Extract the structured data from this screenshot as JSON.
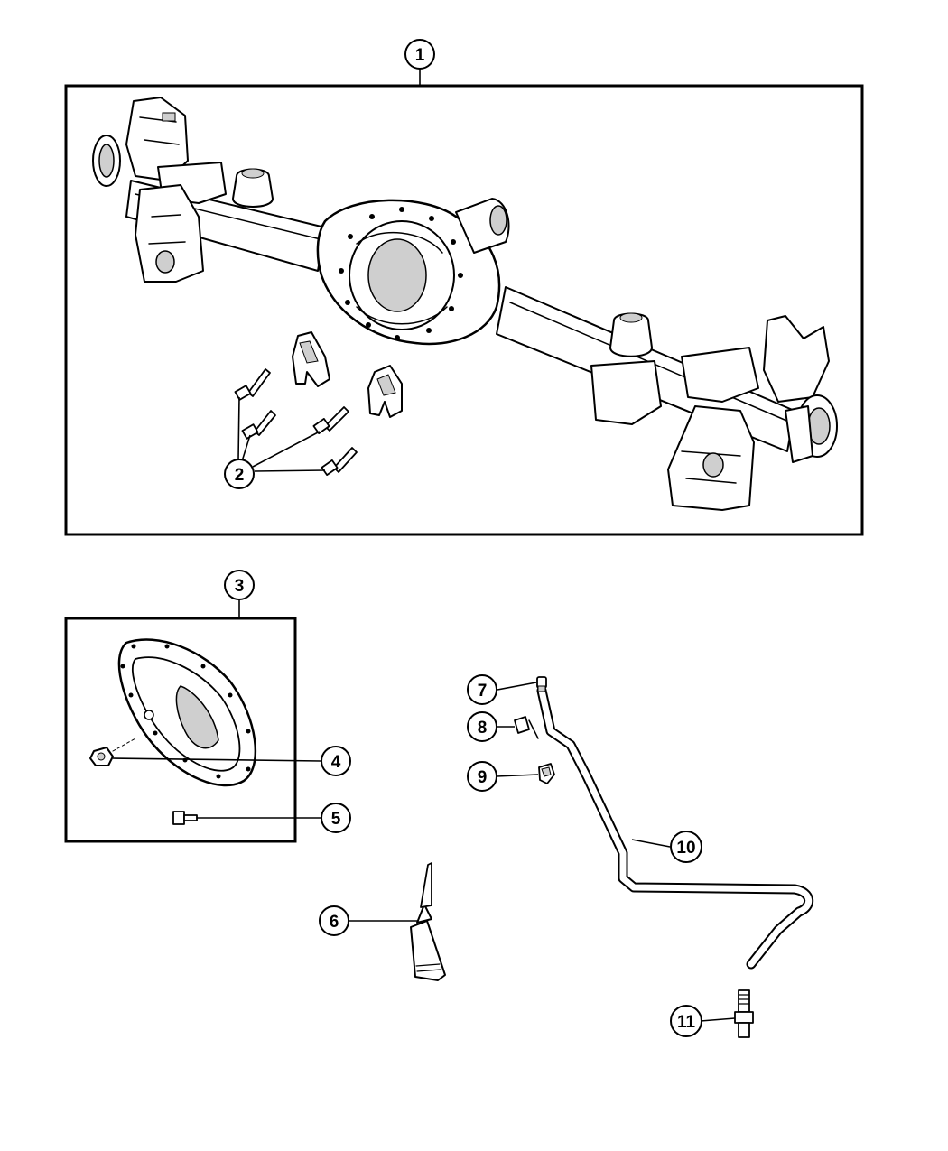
{
  "callouts": [
    {
      "id": "1",
      "label": "1"
    },
    {
      "id": "2",
      "label": "2"
    },
    {
      "id": "3",
      "label": "3"
    },
    {
      "id": "4",
      "label": "4"
    },
    {
      "id": "5",
      "label": "5"
    },
    {
      "id": "6",
      "label": "6"
    },
    {
      "id": "7",
      "label": "7"
    },
    {
      "id": "8",
      "label": "8"
    },
    {
      "id": "9",
      "label": "9"
    },
    {
      "id": "10",
      "label": "10"
    },
    {
      "id": "11",
      "label": "11"
    }
  ],
  "parts": [
    {
      "name": "rear-axle-housing",
      "callout": "1"
    },
    {
      "name": "bearing-cap-bolt",
      "callout": "2"
    },
    {
      "name": "differential-cover",
      "callout": "3"
    },
    {
      "name": "fill-plug",
      "callout": "4"
    },
    {
      "name": "cover-bolt",
      "callout": "5"
    },
    {
      "name": "sealant-tube",
      "callout": "6"
    },
    {
      "name": "vent-cap",
      "callout": "7"
    },
    {
      "name": "vent-clip",
      "callout": "8"
    },
    {
      "name": "hose-clamp",
      "callout": "9"
    },
    {
      "name": "vent-tube",
      "callout": "10"
    },
    {
      "name": "vent-fitting",
      "callout": "11"
    }
  ]
}
